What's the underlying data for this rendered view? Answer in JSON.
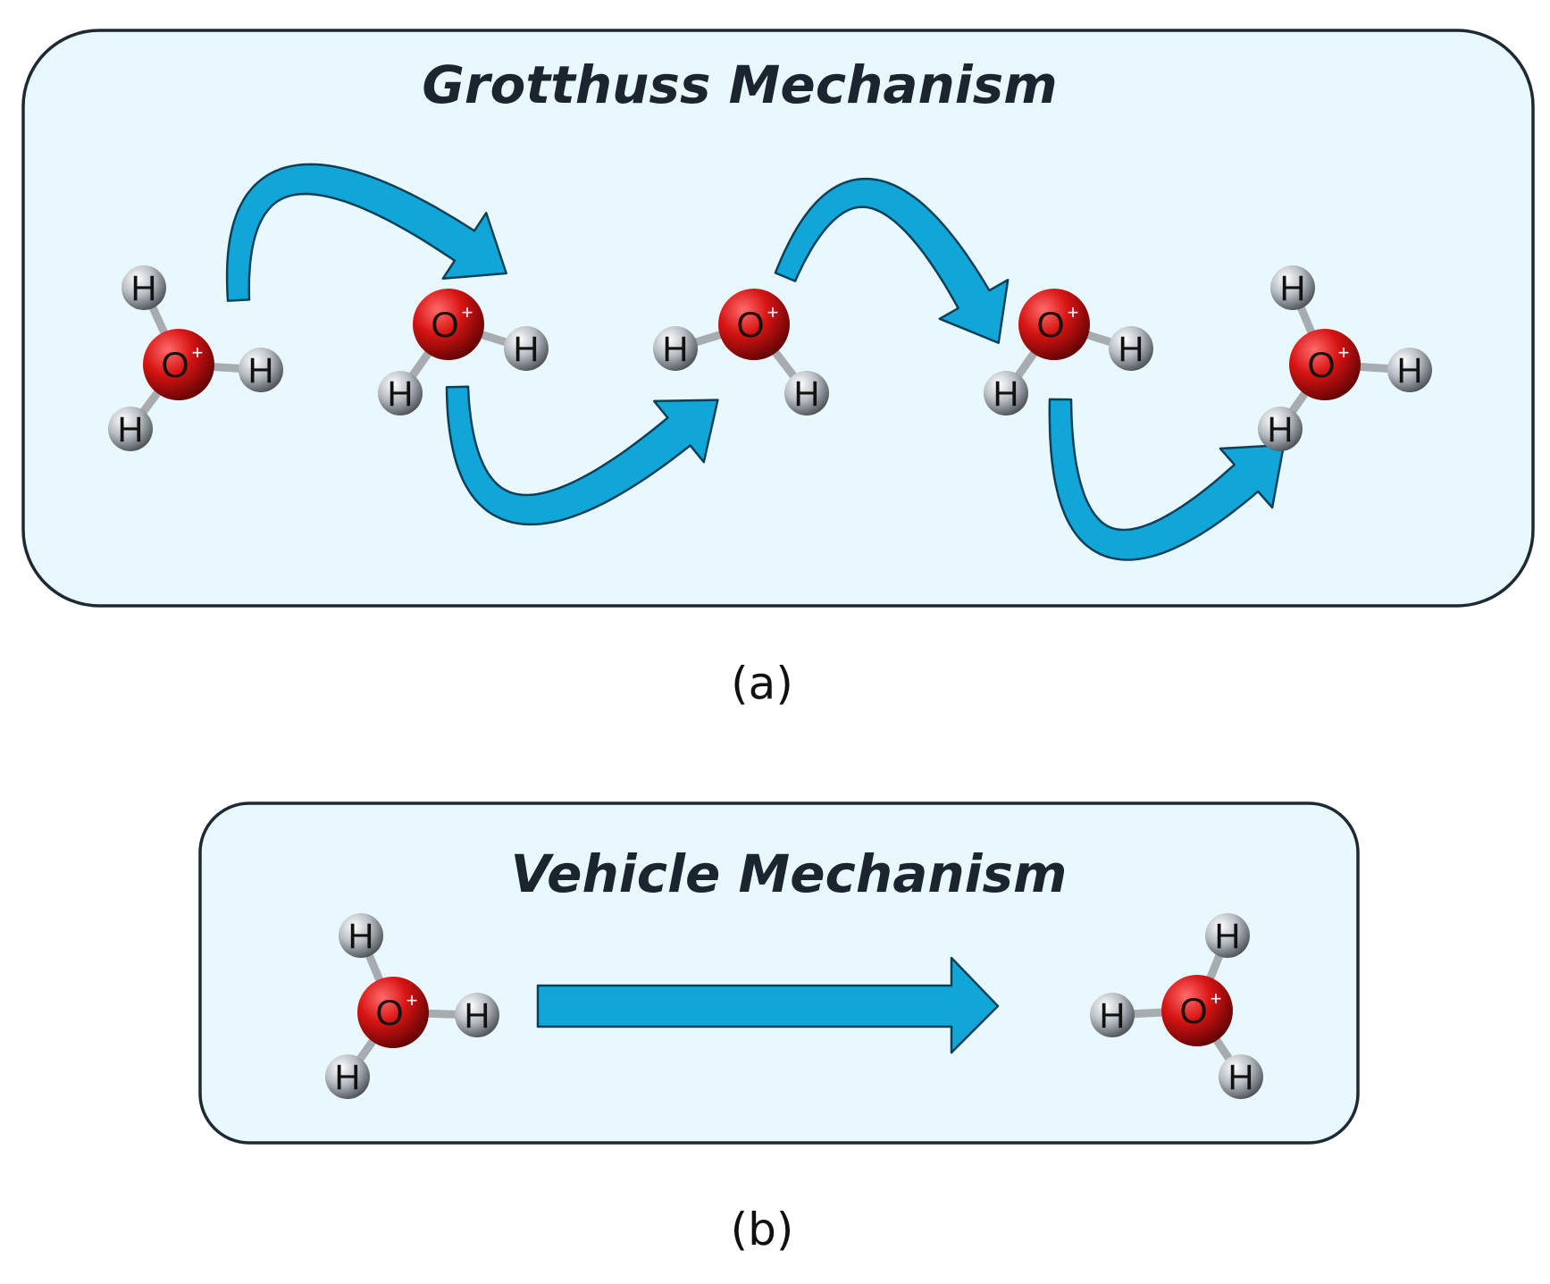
{
  "colors": {
    "panel_fill": "#e9f8fd",
    "panel_stroke": "#1e2a33",
    "arrow_fill": "#10a6d8",
    "arrow_stroke": "#0b4058",
    "oxygen": "#d81414",
    "hydrogen": "#9aa1a8"
  },
  "atoms": {
    "oxygen": "O",
    "charge": "+",
    "hydrogen": "H"
  },
  "panels": {
    "grotthuss": {
      "title": "Grotthuss Mechanism",
      "caption": "(a)",
      "molecules": [
        {
          "name": "hydronium-1"
        },
        {
          "name": "hydronium-2"
        },
        {
          "name": "hydronium-3"
        },
        {
          "name": "hydronium-4"
        },
        {
          "name": "hydronium-5"
        }
      ],
      "arrows": [
        {
          "name": "hop-arrow-1"
        },
        {
          "name": "hop-arrow-2"
        },
        {
          "name": "hop-arrow-3"
        },
        {
          "name": "hop-arrow-4"
        }
      ]
    },
    "vehicle": {
      "title": "Vehicle Mechanism",
      "caption": "(b)",
      "molecules": [
        {
          "name": "hydronium-start"
        },
        {
          "name": "hydronium-end"
        }
      ],
      "arrows": [
        {
          "name": "diffusion-arrow"
        }
      ]
    }
  }
}
